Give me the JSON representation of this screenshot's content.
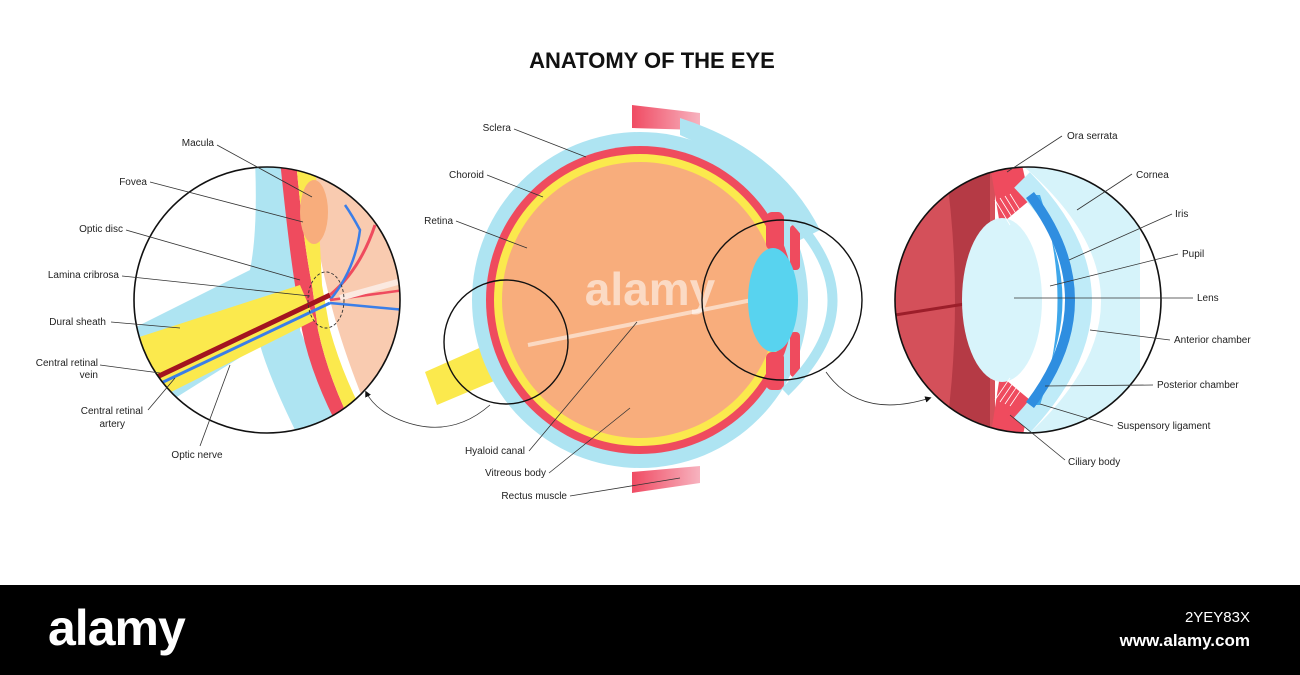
{
  "title": "ANATOMY OF THE EYE",
  "watermark": "alamy",
  "labels": {
    "macula": "Macula",
    "fovea": "Fovea",
    "optic_disc": "Optic disc",
    "lamina_cribrosa": "Lamina cribrosa",
    "dural_sheath": "Dural sheath",
    "central_retinal_vein_1": "Central retinal",
    "central_retinal_vein_2": "vein",
    "central_retinal_artery_1": "Central retinal",
    "central_retinal_artery_2": "artery",
    "optic_nerve": "Optic nerve",
    "sclera": "Sclera",
    "choroid": "Choroid",
    "retina": "Retina",
    "hyaloid_canal": "Hyaloid canal",
    "vitreous_body": "Vitreous body",
    "rectus_muscle": "Rectus muscle",
    "ora_serrata": "Ora serrata",
    "cornea": "Cornea",
    "iris": "Iris",
    "pupil": "Pupil",
    "lens": "Lens",
    "anterior_chamber": "Anterior chamber",
    "posterior_chamber": "Posterior chamber",
    "suspensory_ligament": "Suspensory ligament",
    "ciliary_body": "Ciliary body"
  },
  "footer": {
    "logo": "alamy",
    "image_id": "2YEY83X",
    "url": "www.alamy.com"
  },
  "colors": {
    "sclera": "#aee4f2",
    "choroid": "#ef4b5e",
    "retina": "#fbe94d",
    "vitreous": "#f8ad7c",
    "lens": "#58d3ef",
    "iris": "#3fa7ea",
    "muscle": "#f04b63",
    "ciliary": "#c6324a"
  }
}
